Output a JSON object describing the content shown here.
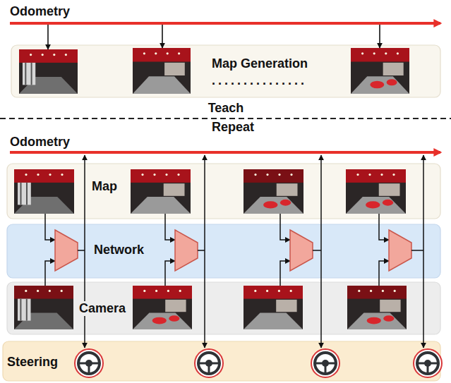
{
  "diagram": {
    "nodes": [
      {
        "text": [
          "Map Generation"
        ]
      },
      {
        "text": [
          "Map"
        ]
      },
      {
        "text": [
          "Network"
        ]
      },
      {
        "text": [
          "Camera"
        ]
      },
      {
        "text": [
          "Steering"
        ]
      }
    ],
    "labels": [
      "Odometry",
      "...............",
      "Teach",
      "Repeat",
      "Odometry"
    ]
  }
}
